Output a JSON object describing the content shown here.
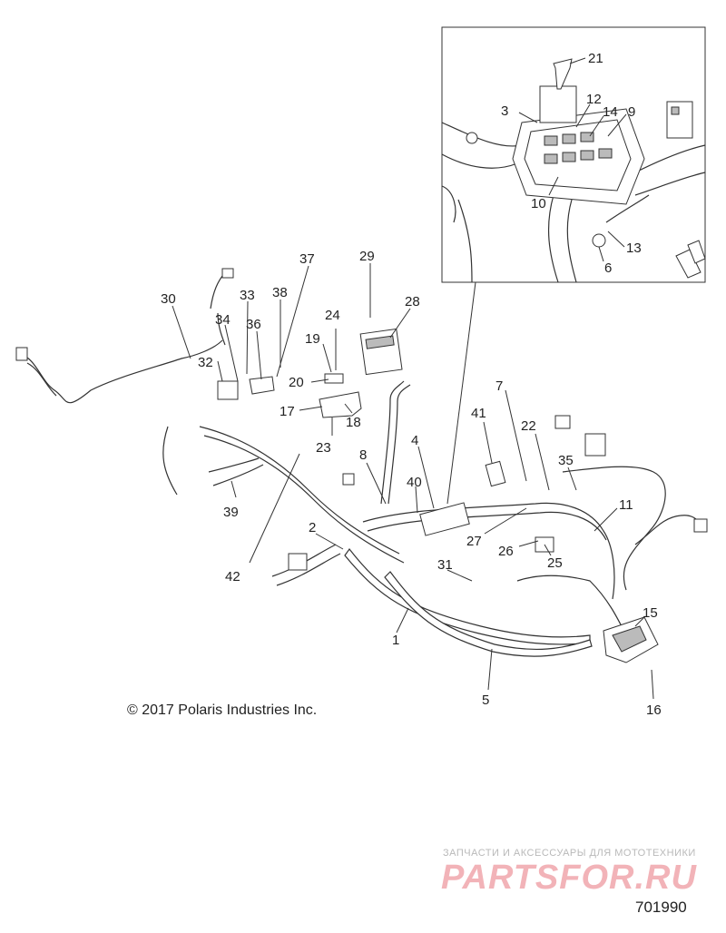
{
  "copyright": "© 2017 Polaris Industries Inc.",
  "watermark": {
    "caption": "ЗАПЧАСТИ И АКСЕССУАРЫ ДЛЯ МОТОТЕХНИКИ",
    "logo": "PARTSFOR.RU"
  },
  "drawing_number": "701990",
  "callouts": {
    "c1": "1",
    "c2": "2",
    "c3": "3",
    "c4": "4",
    "c5": "5",
    "c6": "6",
    "c7": "7",
    "c8": "8",
    "c9": "9",
    "c10": "10",
    "c11": "11",
    "c12": "12",
    "c13": "13",
    "c14": "14",
    "c15": "15",
    "c16": "16",
    "c17": "17",
    "c18": "18",
    "c19": "19",
    "c20": "20",
    "c21": "21",
    "c22": "22",
    "c23": "23",
    "c24": "24",
    "c25": "25",
    "c26": "26",
    "c27": "27",
    "c28": "28",
    "c29": "29",
    "c30": "30",
    "c31": "31",
    "c32": "32",
    "c33": "33",
    "c34": "34",
    "c35": "35",
    "c36": "36",
    "c37": "37",
    "c38": "38",
    "c39": "39",
    "c40": "40",
    "c41": "41",
    "c42": "42"
  }
}
